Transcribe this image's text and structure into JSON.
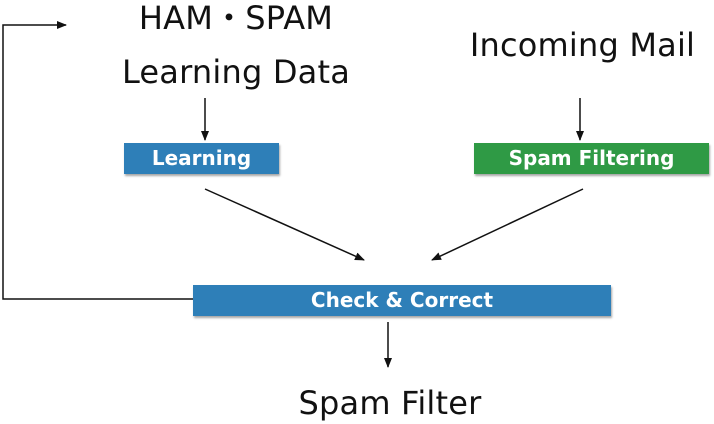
{
  "nodes": {
    "training_data": {
      "line1": "HAM・SPAM",
      "line2": "Learning Data"
    },
    "incoming_mail": {
      "label": "Incoming Mail"
    },
    "learning": {
      "label": "Learning",
      "color": "#2e7fb8"
    },
    "spam_filtering": {
      "label": "Spam Filtering",
      "color": "#2f9a45"
    },
    "check_correct": {
      "label": "Check & Correct",
      "color": "#2e7fb8"
    },
    "spam_filter": {
      "label": "Spam Filter"
    }
  },
  "edges": [
    {
      "from": "training_data",
      "to": "learning"
    },
    {
      "from": "incoming_mail",
      "to": "spam_filtering"
    },
    {
      "from": "learning",
      "to": "check_correct"
    },
    {
      "from": "spam_filtering",
      "to": "check_correct"
    },
    {
      "from": "check_correct",
      "to": "spam_filter"
    },
    {
      "from": "check_correct",
      "to": "training_data"
    }
  ]
}
